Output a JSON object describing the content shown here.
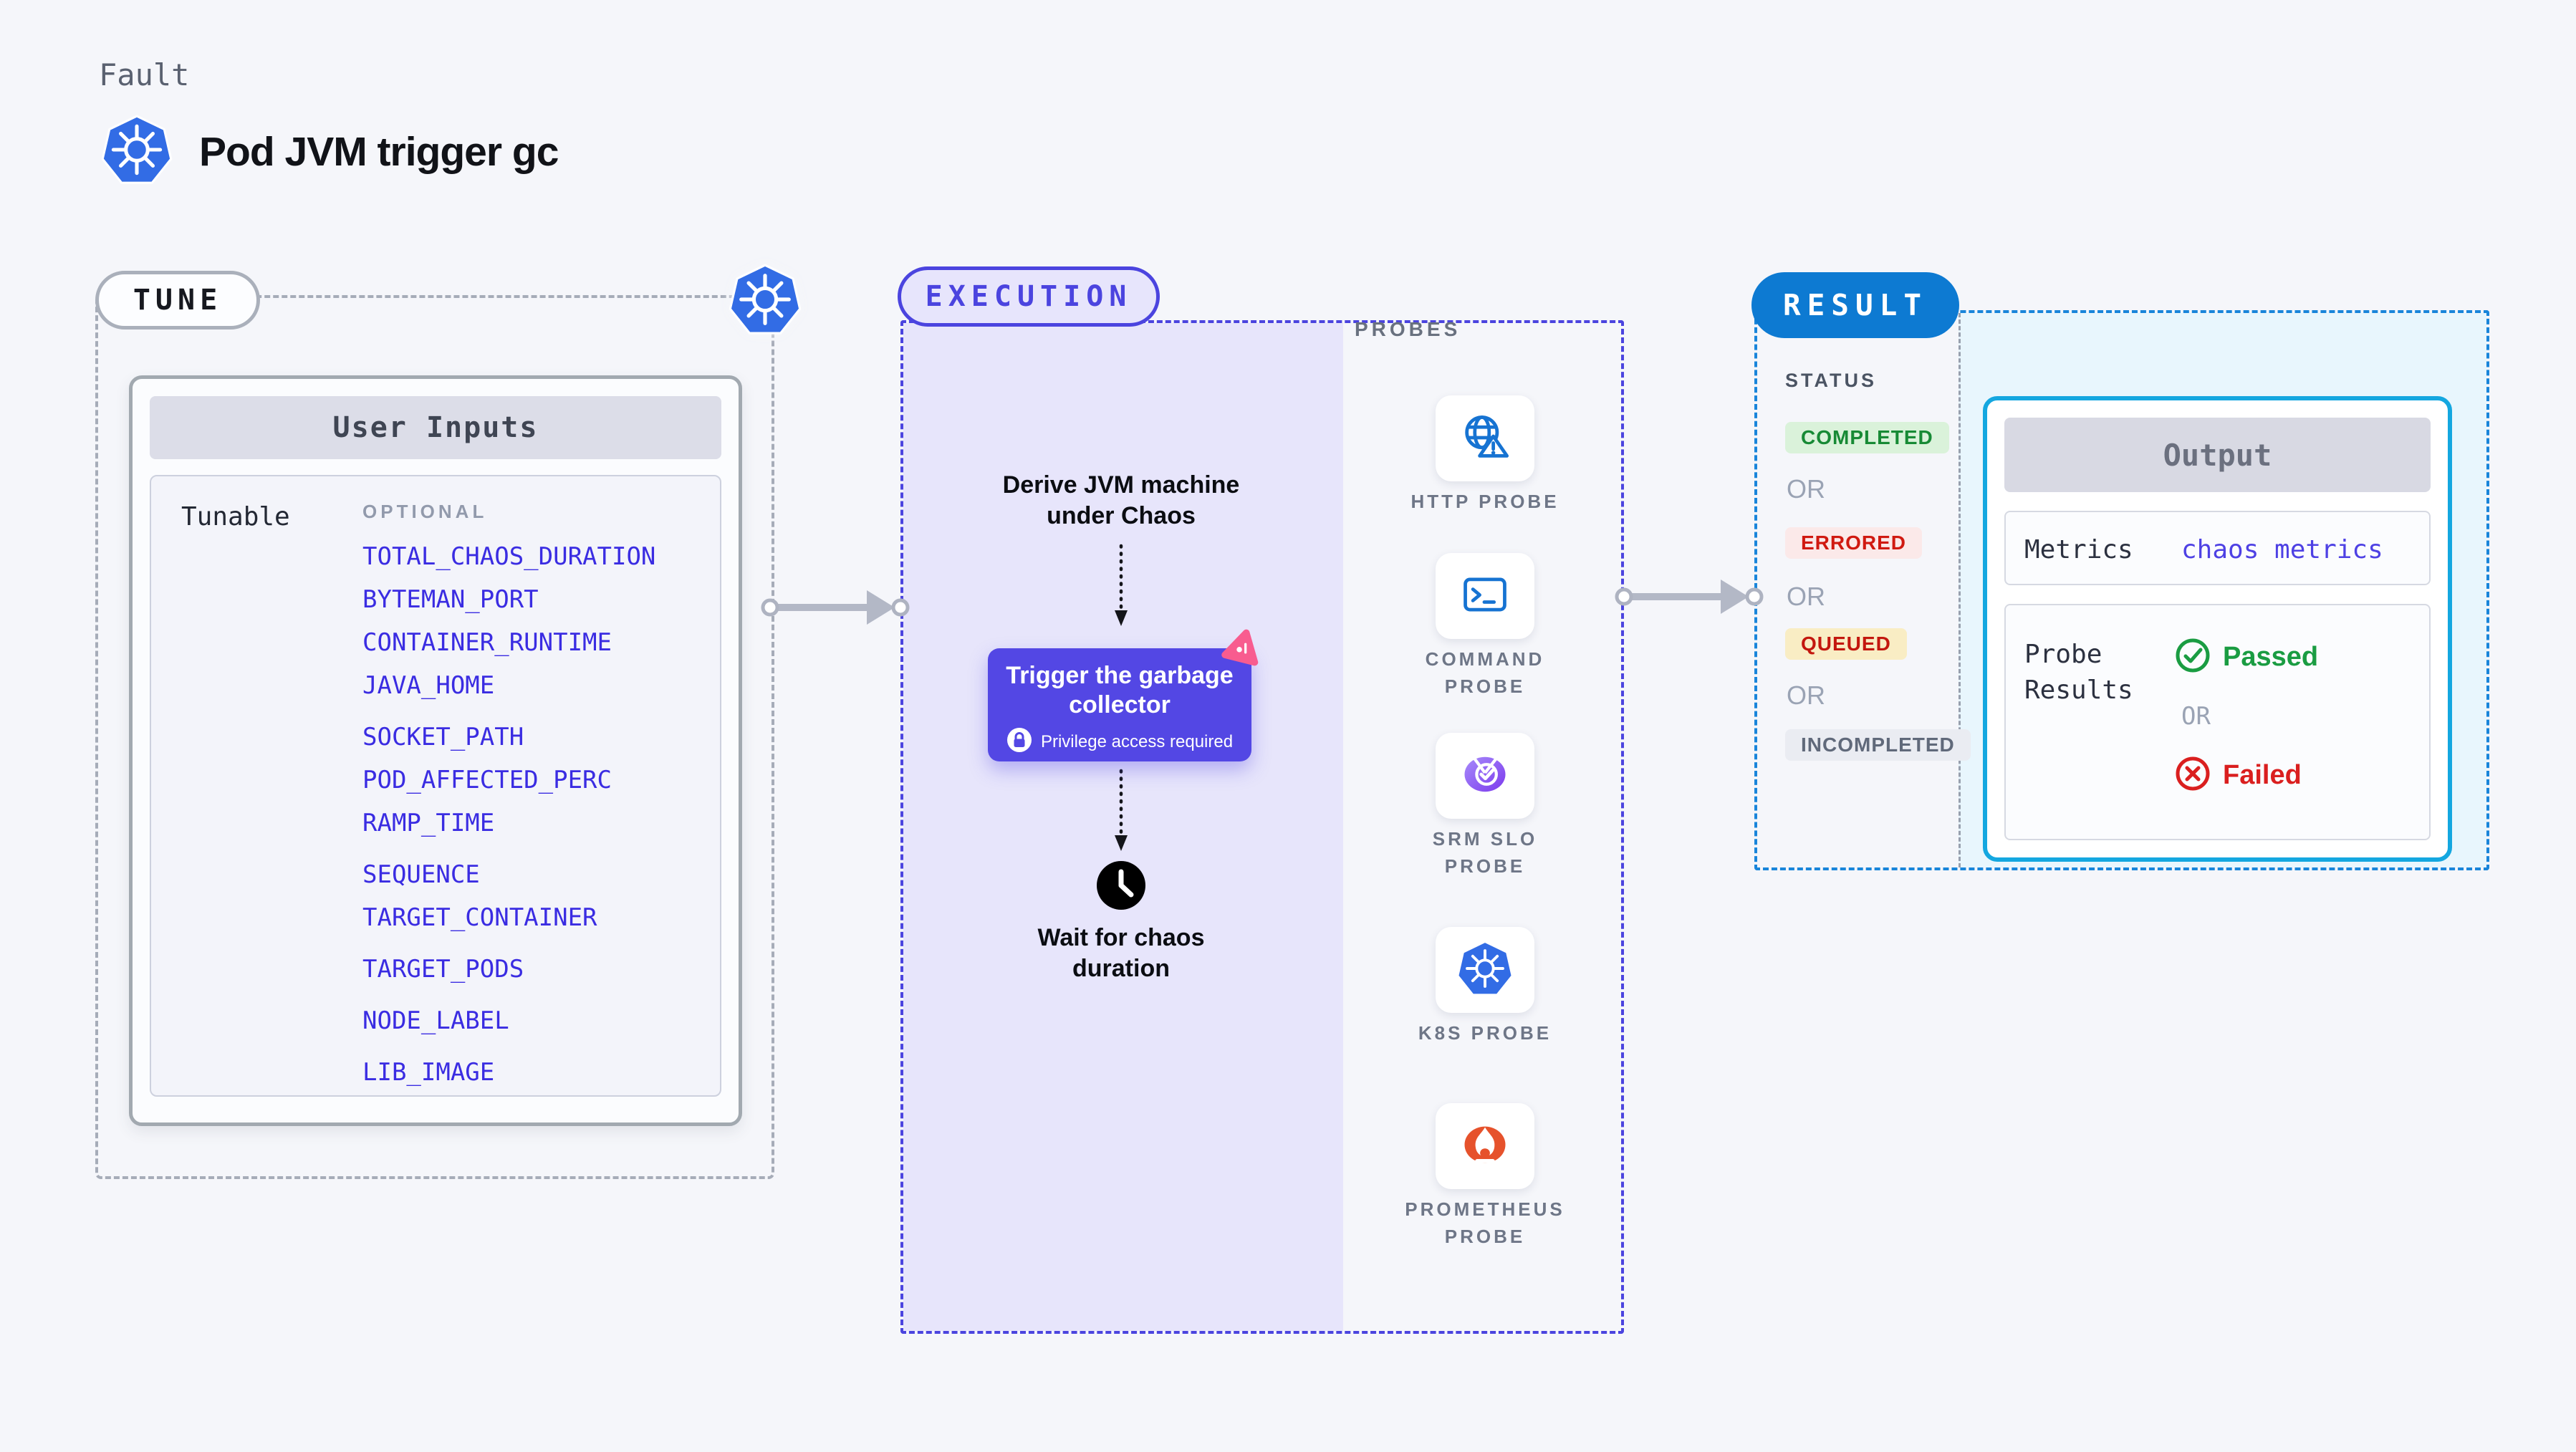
{
  "header": {
    "kicker": "Fault",
    "title": "Pod JVM trigger gc"
  },
  "tune": {
    "badge": "TUNE",
    "card_title": "User Inputs",
    "row_label": "Tunable",
    "group_label": "OPTIONAL",
    "params": [
      "TOTAL_CHAOS_DURATION",
      "BYTEMAN_PORT",
      "CONTAINER_RUNTIME",
      "JAVA_HOME",
      "SOCKET_PATH",
      "POD_AFFECTED_PERC",
      "RAMP_TIME",
      "SEQUENCE",
      "TARGET_CONTAINER",
      "TARGET_PODS",
      "NODE_LABEL",
      "LIB_IMAGE"
    ]
  },
  "execution": {
    "badge": "EXECUTION",
    "derive_text": "Derive JVM machine under Chaos",
    "trigger_title": "Trigger the garbage collector",
    "trigger_note": "Privilege access required",
    "wait_text": "Wait for chaos duration"
  },
  "probes": {
    "label": "PROBES",
    "items": [
      {
        "label": "HTTP PROBE",
        "icon": "globe-alert-icon"
      },
      {
        "label": "COMMAND PROBE",
        "icon": "terminal-icon"
      },
      {
        "label": "SRM SLO PROBE",
        "icon": "gauge-check-icon"
      },
      {
        "label": "K8S PROBE",
        "icon": "kubernetes-icon"
      },
      {
        "label": "PROMETHEUS PROBE",
        "icon": "prometheus-flame-icon"
      }
    ]
  },
  "result": {
    "badge": "RESULT",
    "status_heading": "STATUS",
    "or_label": "OR",
    "statuses": [
      {
        "label": "COMPLETED",
        "kind": "success"
      },
      {
        "label": "ERRORED",
        "kind": "error"
      },
      {
        "label": "QUEUED",
        "kind": "queued"
      },
      {
        "label": "INCOMPLETED",
        "kind": "neutral"
      }
    ],
    "output": {
      "title": "Output",
      "metrics_label": "Metrics",
      "metrics_value": "chaos metrics",
      "probe_results_label": "Probe Results",
      "passed_label": "Passed",
      "or_label": "OR",
      "failed_label": "Failed"
    }
  },
  "colors": {
    "page_bg": "#F5F6FA",
    "kubernetes_blue": "#326CE5",
    "accent_indigo": "#4B44DF",
    "trigger_card": "#5347E4",
    "lavender_bg": "#E7E5FB",
    "result_pill_blue": "#0D7AD2",
    "result_dash_blue": "#1985DA",
    "output_border_cyan": "#14A7E0",
    "cyan_bg": "#E8F6FD",
    "param_blue": "#3A2CE2",
    "success_green": "#1A9C42",
    "error_red": "#DA1F1F",
    "queued_bg": "#F9EDC4",
    "completed_bg": "#DAF2DA",
    "errored_bg": "#FBE9E9",
    "incompleted_bg": "#EAECF2",
    "probe_icon_blue": "#1673D2",
    "srm_purple": "#8B5CF6",
    "prometheus_orange": "#E6522C",
    "litmus_pink": "#F85C8F",
    "arrow_gray": "#B3B8C6"
  }
}
